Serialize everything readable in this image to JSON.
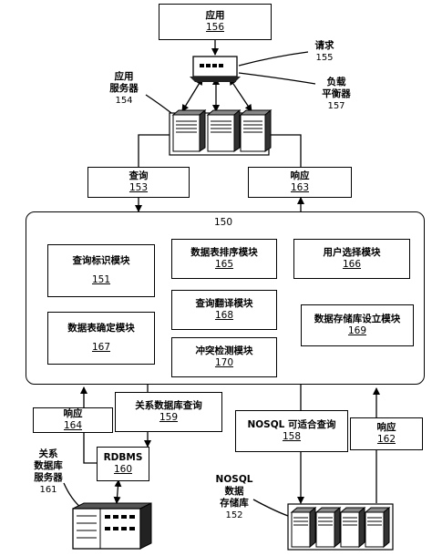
{
  "top_app": {
    "label": "应用",
    "num": "156"
  },
  "request": {
    "label": "请求",
    "num": "155"
  },
  "load_balancer": {
    "label_line1": "负载",
    "label_line2": "平衡器",
    "num": "157"
  },
  "app_server": {
    "label_line1": "应用",
    "label_line2": "服务器",
    "num": "154"
  },
  "query_top": {
    "label": "查询",
    "num": "153"
  },
  "response_top": {
    "label": "响应",
    "num": "163"
  },
  "system": {
    "num": "150"
  },
  "modules": {
    "query_id": {
      "label": "查询标识模块",
      "num": "151"
    },
    "table_sort": {
      "label": "数据表排序模块",
      "num": "165"
    },
    "user_select": {
      "label": "用户选择模块",
      "num": "166"
    },
    "query_translate": {
      "label": "查询翻译模块",
      "num": "168"
    },
    "table_determine": {
      "label": "数据表确定模块",
      "num": "167"
    },
    "storage_setup": {
      "label": "数据存储库设立模块",
      "num": "169"
    },
    "conflict_detect": {
      "label": "冲突检测模块",
      "num": "170"
    }
  },
  "response_left": {
    "label": "响应",
    "num": "164"
  },
  "relational_query": {
    "label": "关系数据库查询",
    "num": "159"
  },
  "rdbms": {
    "label": "RDBMS",
    "num": "160"
  },
  "rdb_server": {
    "line1": "关系",
    "line2": "数据库",
    "line3": "服务器",
    "num": "161"
  },
  "nosql_query": {
    "label": "NOSQL 可适合查询",
    "num": "158"
  },
  "response_right": {
    "label": "响应",
    "num": "162"
  },
  "nosql_store": {
    "line1": "NOSQL",
    "line2": "数据",
    "line3": "存储库",
    "num": "152"
  }
}
